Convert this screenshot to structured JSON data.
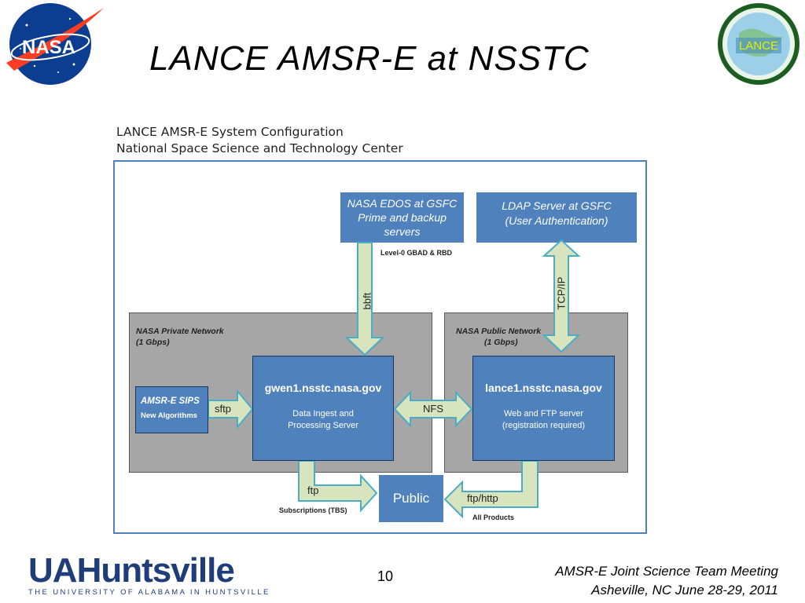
{
  "slide": {
    "title": "LANCE AMSR-E at NSSTC",
    "page_number": "10"
  },
  "logos": {
    "nasa_text": "NASA",
    "lance_text": "LANCE",
    "uah_text_ua": "UA",
    "uah_text_huntsville": "Huntsville",
    "uah_subtitle": "THE UNIVERSITY OF ALABAMA IN HUNTSVILLE"
  },
  "diagram": {
    "heading_line1": "LANCE AMSR-E System Configuration",
    "heading_line2": "National Space Science and Technology Center",
    "edos": {
      "line1": "NASA EDOS at GSFC",
      "line2": "Prime and backup",
      "line3": "servers"
    },
    "ldap": {
      "line1": "LDAP Server at GSFC",
      "line2": "(User Authentication)"
    },
    "private_network": {
      "line1": "NASA Private Network",
      "line2": "(1 Gbps)"
    },
    "public_network": {
      "line1": "NASA Public Network",
      "line2": "(1 Gbps)"
    },
    "gwen": {
      "name": "gwen1.nsstc.nasa.gov",
      "desc_line1": "Data Ingest and",
      "desc_line2": "Processing Server"
    },
    "lance": {
      "name": "lance1.nsstc.nasa.gov",
      "desc_line1": "Web and FTP server",
      "desc_line2": "(registration required)"
    },
    "sips": {
      "name": "AMSR-E SIPS",
      "desc": "New Algorithms"
    },
    "public": "Public",
    "labels": {
      "level0": "Level-0 GBAD & RBD",
      "bbft": "bbft",
      "tcpip": "TCP/IP",
      "sftp": "sftp",
      "nfs": "NFS",
      "ftp": "ftp",
      "ftphttp": "ftp/http",
      "subscriptions": "Subscriptions (TBS)",
      "all_products": "All Products"
    }
  },
  "footer": {
    "meeting_line1": "AMSR-E Joint Science Team Meeting",
    "meeting_line2": "Asheville, NC June 28-29, 2011"
  },
  "colors": {
    "box_blue": "#4f81bd",
    "arrow_fill": "#d7e4bd",
    "arrow_stroke": "#4bacc6",
    "panel_gray": "#a6a6a6",
    "uah_blue": "#1f3d7a"
  }
}
